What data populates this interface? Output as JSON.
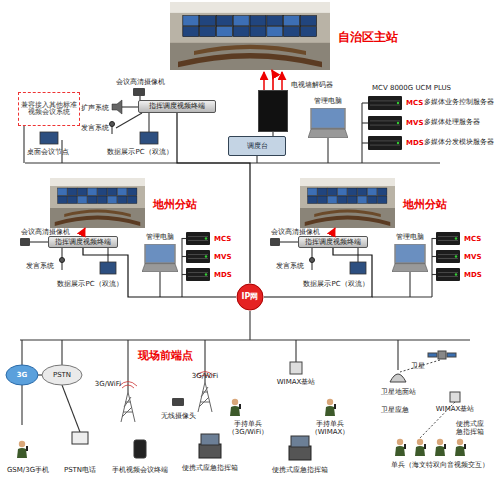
{
  "diagram": {
    "nodes": [
      {
        "text": [
          "自治区主站"
        ]
      },
      {
        "text": [
          "兼容接入其他标准视频会议系统"
        ]
      },
      {
        "text": [
          "指挥调度视频终端"
        ]
      },
      {
        "text": [
          "电视墙解码器"
        ]
      },
      {
        "text": [
          "调度台"
        ]
      },
      {
        "text": [
          "管理电脑"
        ]
      },
      {
        "text": [
          "MCS",
          "多媒体业务控制服务器"
        ]
      },
      {
        "text": [
          "MVS",
          "多媒体处理服务器"
        ]
      },
      {
        "text": [
          "MDS",
          "多媒体分发模块服务器"
        ]
      },
      {
        "text": [
          "地州分站"
        ]
      },
      {
        "text": [
          "指挥调度视频终端"
        ]
      },
      {
        "text": [
          "管理电脑"
        ]
      },
      {
        "text": [
          "MCS"
        ]
      },
      {
        "text": [
          "MVS"
        ]
      },
      {
        "text": [
          "MDS"
        ]
      },
      {
        "text": [
          "地州分站"
        ]
      },
      {
        "text": [
          "指挥调度视频终端"
        ]
      },
      {
        "text": [
          "管理电脑"
        ]
      },
      {
        "text": [
          "MCS"
        ]
      },
      {
        "text": [
          "MVS"
        ]
      },
      {
        "text": [
          "MDS"
        ]
      },
      {
        "text": [
          "IP网"
        ]
      }
    ],
    "edges": [
      {
        "from": 3,
        "to": 0,
        "arrow": "to"
      },
      {
        "from": 10,
        "to": 9,
        "arrow": "to"
      },
      {
        "from": 16,
        "to": 15,
        "arrow": "to"
      },
      {
        "from": 21,
        "to": 2,
        "arrow": "none"
      },
      {
        "from": 21,
        "to": 10,
        "arrow": "none"
      },
      {
        "from": 21,
        "to": 16,
        "arrow": "none"
      }
    ],
    "labels": [
      "会议高清摄像机",
      "扩声系统",
      "发言系统",
      "桌面会议节点",
      "数据展示PC（双流）",
      "MCV 8000G UCM PLUS",
      "会议高清摄像机",
      "发言系统",
      "数据展示PC（双流）",
      "会议高清摄像机",
      "发言系统",
      "数据展示PC（双流）",
      "现场前端点",
      "3G",
      "PSTN",
      "GSM/3G手机",
      "PSTN电话",
      "3G/WiFi",
      "手机视频会议终端",
      "3G/WiFi",
      "无线摄像头",
      "手持单兵（3G/WiFi）",
      "便携式应急指挥箱",
      "WIMAX基站",
      "手持单兵（WIMAX）",
      "便携式应急指挥箱",
      "卫星",
      "卫星地面站",
      "卫星应急",
      "WIMAX基站",
      "便携式应急指挥箱",
      "单兵（海文特双向音视频交互）"
    ]
  }
}
